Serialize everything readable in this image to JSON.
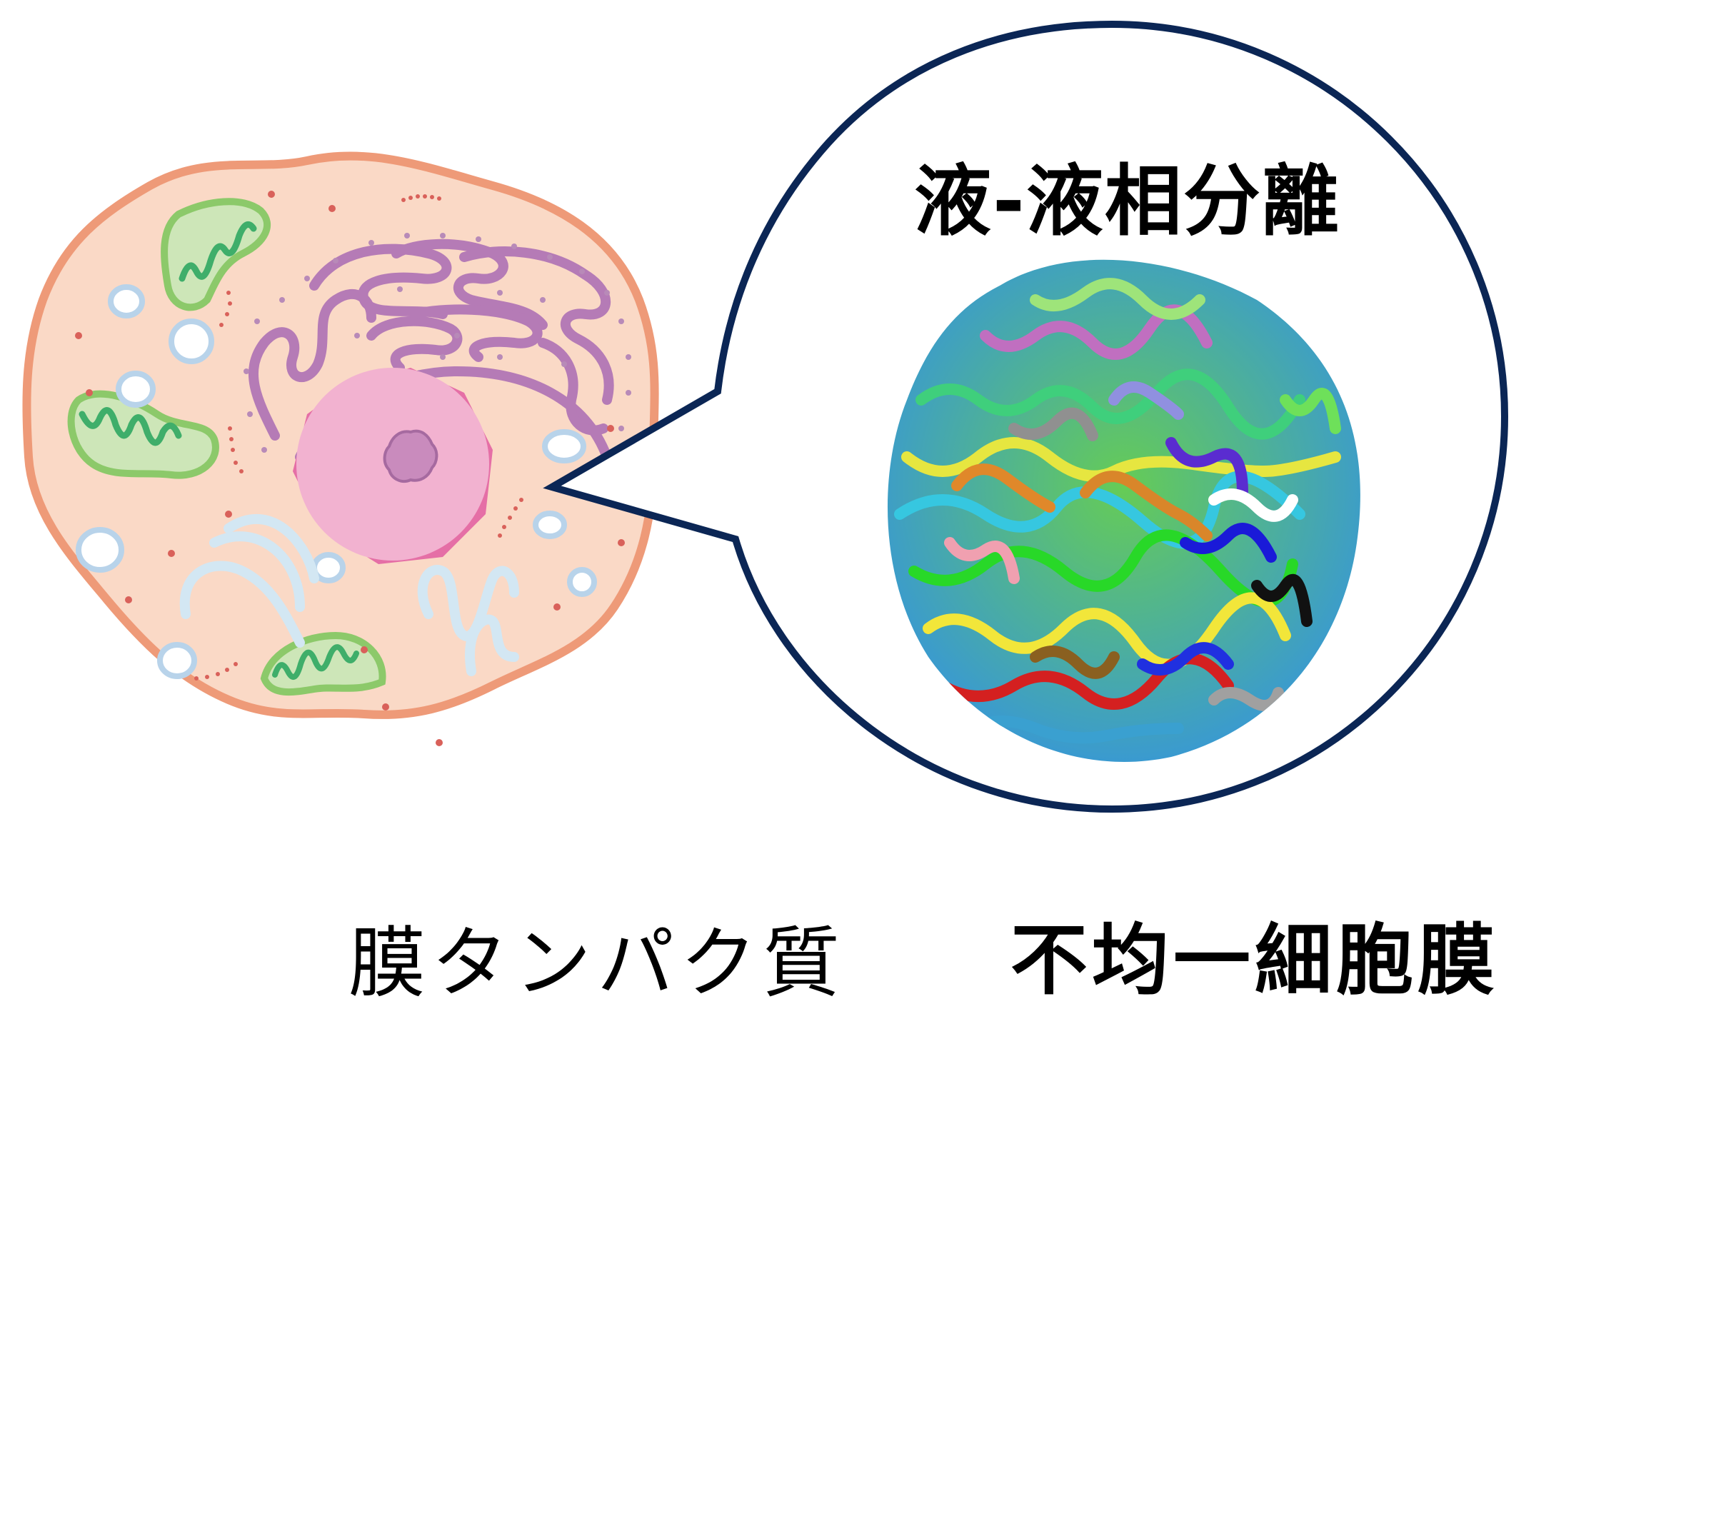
{
  "figure": {
    "description": "Cell illustration with callouts to simulation topics",
    "colors": {
      "callout_stroke": "#0b2655",
      "cell_border": "#ee9a78",
      "cell_fill": "#fad9c6",
      "nucleus_fill": "#f2b2d0",
      "nuclear_envelope": "#e56fa6",
      "nucleolus": "#c98bbd",
      "er_stroke": "#b57bb6",
      "mito_outer": "#8cc96a",
      "mito_fill": "#cde6b8",
      "mito_cristae": "#3fae6a",
      "vesicle_ring": "#b8d3ea",
      "ribosome_dot": "#d9615a",
      "membrane_orange": "#e08a2a",
      "membrane_blue": "#1e6aa8",
      "membrane_green": "#3ee83a",
      "protein_yellow": "#f2c21e",
      "headgroup_blue": "#1f6fbf",
      "lipid_cyan": "#4fc4c4",
      "oxygen_red": "#d4141a",
      "lipid_tail_gray": "#b8b8b8"
    }
  },
  "cell": {
    "label": ""
  },
  "callouts": {
    "llps": {
      "title": "液-液相分離",
      "image": "condensate-simulation"
    },
    "membrane_protein": {
      "title": "膜タンパク質",
      "image": "protein-on-bilayer"
    },
    "heterogeneous_membrane": {
      "title": "不均一細胞膜",
      "image": "phase-separated-membrane"
    }
  }
}
